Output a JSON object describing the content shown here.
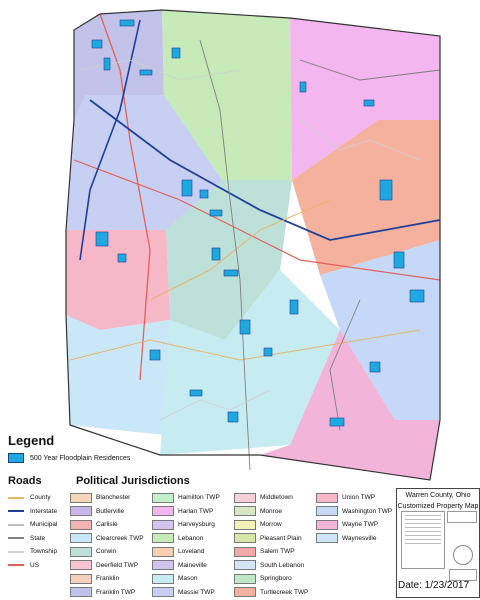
{
  "legend": {
    "title": "Legend",
    "floodplain_label": "500 Year Floodplain Residences",
    "floodplain_color": "#1fa8e0"
  },
  "roads": {
    "title": "Roads",
    "items": [
      {
        "label": "County",
        "color": "#e8b56a"
      },
      {
        "label": "Interstate",
        "color": "#1f3f9a"
      },
      {
        "label": "Municipal",
        "color": "#bdbdbd"
      },
      {
        "label": "State",
        "color": "#7f7f7f"
      },
      {
        "label": "Township",
        "color": "#cfcfcf"
      },
      {
        "label": "US",
        "color": "#e0625a"
      }
    ]
  },
  "jurisdictions": {
    "title": "Political Jurisdictions",
    "items": [
      {
        "label": "Blanchester",
        "color": "#f3d7b8"
      },
      {
        "label": "Butlerville",
        "color": "#c8b7e8"
      },
      {
        "label": "Carlisle",
        "color": "#f3b3b3"
      },
      {
        "label": "Clearcreek TWP",
        "color": "#c9e7f7"
      },
      {
        "label": "Corwin",
        "color": "#bde0d9"
      },
      {
        "label": "Deerfield TWP",
        "color": "#f7c3d0"
      },
      {
        "label": "Franklin",
        "color": "#f4d0bd"
      },
      {
        "label": "Franklin TWP",
        "color": "#c3c3ea"
      },
      {
        "label": "Hamilton TWP",
        "color": "#c3f0c8"
      },
      {
        "label": "Harlan TWP",
        "color": "#f3b6ee"
      },
      {
        "label": "Harveysburg",
        "color": "#d3c3ef"
      },
      {
        "label": "Lebanon",
        "color": "#c7ebb8"
      },
      {
        "label": "Loveland",
        "color": "#f7d2b2"
      },
      {
        "label": "Maineville",
        "color": "#d0c4ee"
      },
      {
        "label": "Mason",
        "color": "#c6ecf2"
      },
      {
        "label": "Massie TWP",
        "color": "#c7cff2"
      },
      {
        "label": "Middletown",
        "color": "#f7cfd8"
      },
      {
        "label": "Monroe",
        "color": "#d8e7c3"
      },
      {
        "label": "Morrow",
        "color": "#f3f0b8"
      },
      {
        "label": "Pleasant Plain",
        "color": "#d7e6a8"
      },
      {
        "label": "Salem TWP",
        "color": "#f4a7a9"
      },
      {
        "label": "South Lebanon",
        "color": "#d3e4f5"
      },
      {
        "label": "Springboro",
        "color": "#bfe8c9"
      },
      {
        "label": "Turtlecreek TWP",
        "color": "#f4b19e"
      },
      {
        "label": "Union TWP",
        "color": "#f6b7c8"
      },
      {
        "label": "Washington TWP",
        "color": "#c5d8f7"
      },
      {
        "label": "Wayne TWP",
        "color": "#f3b4da"
      },
      {
        "label": "Waynesville",
        "color": "#cde7f8"
      }
    ]
  },
  "info": {
    "title_line1": "Warren County, Ohio",
    "title_line2": "Customized Property Map",
    "date": "Date: 1/23/2017"
  }
}
